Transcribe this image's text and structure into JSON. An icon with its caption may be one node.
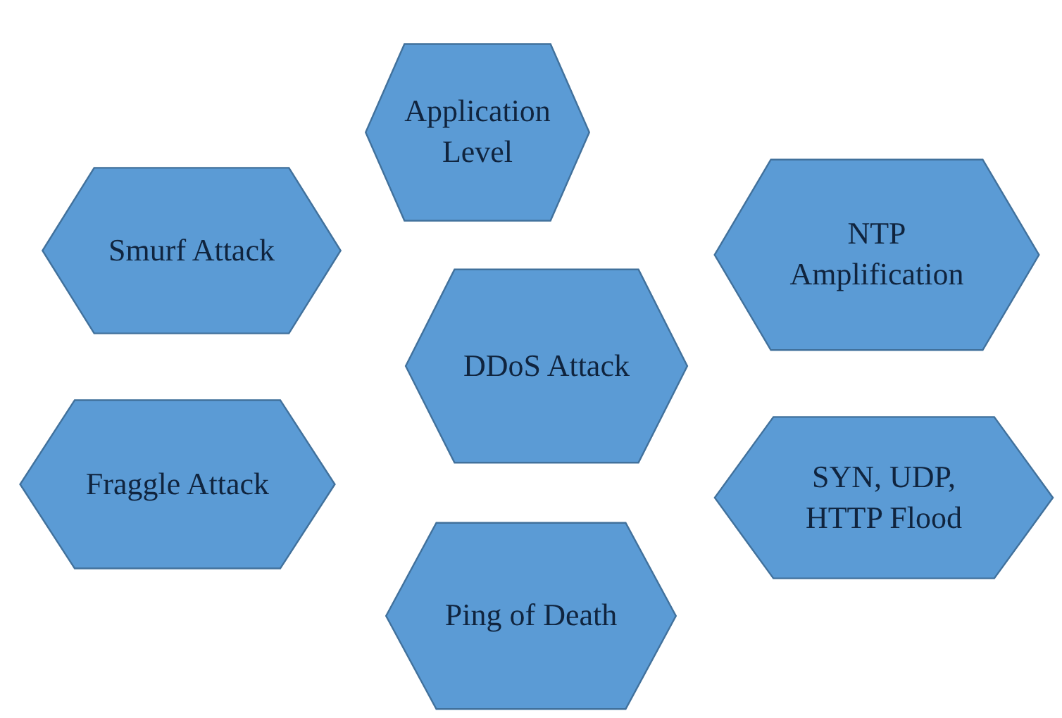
{
  "diagram": {
    "nodes": [
      {
        "text": [
          "Application Level"
        ]
      },
      {
        "text": [
          "Smurf Attack"
        ]
      },
      {
        "text": [
          "NTP Amplification"
        ]
      },
      {
        "text": [
          "DDoS Attack"
        ]
      },
      {
        "text": [
          "Fraggle Attack"
        ]
      },
      {
        "text": [
          "SYN, UDP, HTTP Flood"
        ]
      },
      {
        "text": [
          "Ping of Death"
        ]
      }
    ]
  }
}
